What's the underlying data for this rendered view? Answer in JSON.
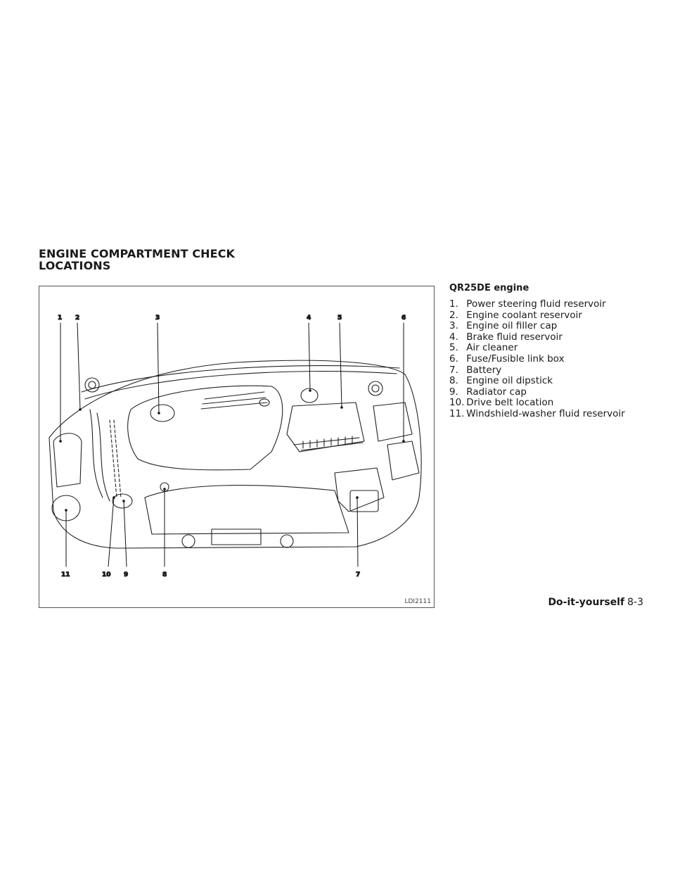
{
  "section_title": "ENGINE COMPARTMENT CHECK LOCATIONS",
  "figure": {
    "code": "LDI2111",
    "callouts_top": [
      "1",
      "2",
      "3",
      "4",
      "5",
      "6"
    ],
    "callouts_bottom": [
      "11",
      "10",
      "9",
      "8",
      "7"
    ]
  },
  "legend": {
    "title": "QR25DE engine",
    "items": [
      {
        "num": "1.",
        "text": "Power steering fluid reservoir"
      },
      {
        "num": "2.",
        "text": "Engine coolant reservoir"
      },
      {
        "num": "3.",
        "text": "Engine oil filler cap"
      },
      {
        "num": "4.",
        "text": "Brake fluid reservoir"
      },
      {
        "num": "5.",
        "text": "Air cleaner"
      },
      {
        "num": "6.",
        "text": "Fuse/Fusible link box"
      },
      {
        "num": "7.",
        "text": "Battery"
      },
      {
        "num": "8.",
        "text": "Engine oil dipstick"
      },
      {
        "num": "9.",
        "text": "Radiator cap"
      },
      {
        "num": "10.",
        "text": "Drive belt location"
      },
      {
        "num": "11.",
        "text": "Windshield-washer fluid reservoir"
      }
    ]
  },
  "footer": {
    "section": "Do-it-yourself",
    "page": "8-3"
  }
}
